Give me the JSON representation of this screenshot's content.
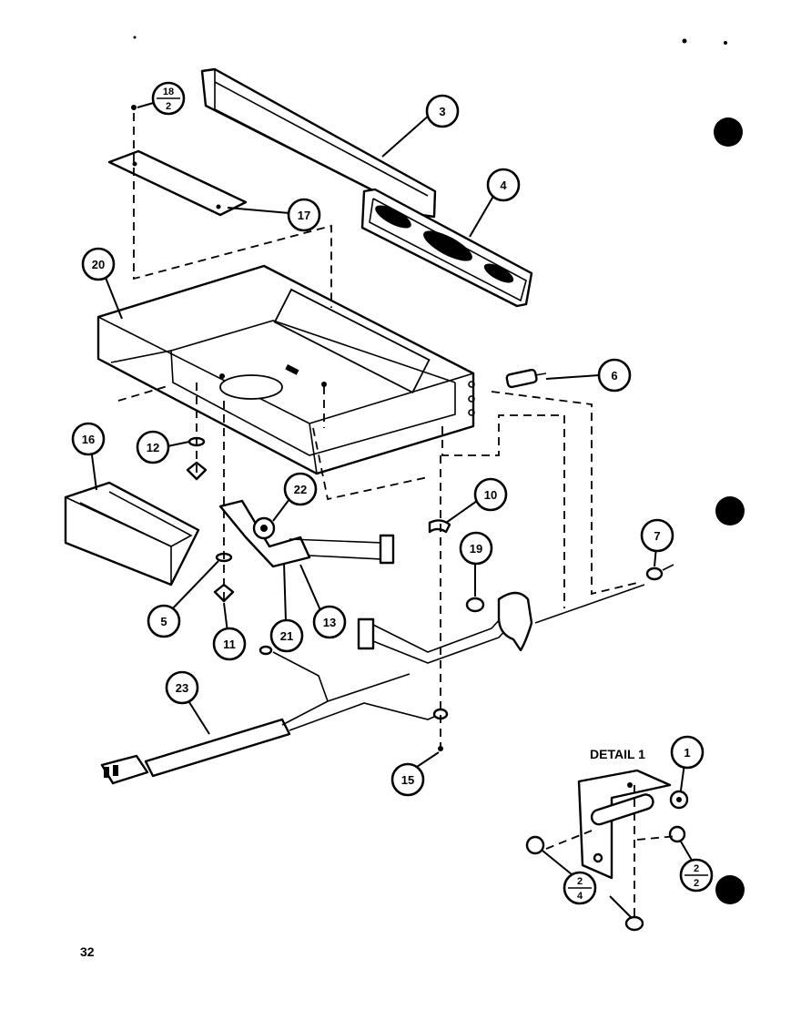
{
  "page": {
    "page_number": "32"
  },
  "detail": {
    "label": "DETAIL 1"
  },
  "callouts": [
    {
      "id": "c3",
      "text": "3"
    },
    {
      "id": "c4",
      "text": "4"
    },
    {
      "id": "c17",
      "text": "17"
    },
    {
      "id": "c20",
      "text": "20"
    },
    {
      "id": "c6",
      "text": "6"
    },
    {
      "id": "c16",
      "text": "16"
    },
    {
      "id": "c12",
      "text": "12"
    },
    {
      "id": "c22",
      "text": "22"
    },
    {
      "id": "c10",
      "text": "10"
    },
    {
      "id": "c19",
      "text": "19"
    },
    {
      "id": "c7",
      "text": "7"
    },
    {
      "id": "c5",
      "text": "5"
    },
    {
      "id": "c11",
      "text": "11"
    },
    {
      "id": "c21",
      "text": "21"
    },
    {
      "id": "c13",
      "text": "13"
    },
    {
      "id": "c23",
      "text": "23"
    },
    {
      "id": "c15",
      "text": "15"
    },
    {
      "id": "c1",
      "text": "1"
    }
  ],
  "fraction_callouts": [
    {
      "id": "f18_2",
      "top": "18",
      "bottom": "2"
    },
    {
      "id": "f2_4",
      "top": "2",
      "bottom": "4"
    },
    {
      "id": "f2_2",
      "top": "2",
      "bottom": "2"
    }
  ]
}
